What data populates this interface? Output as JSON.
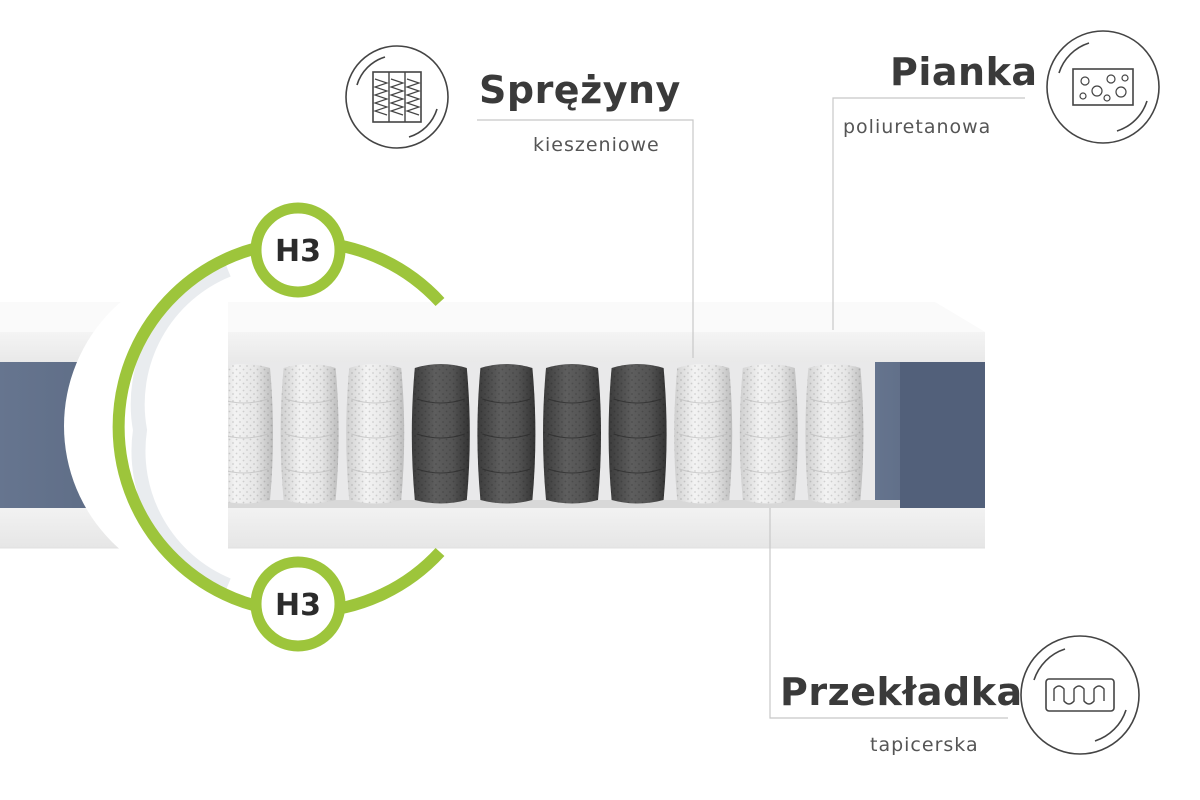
{
  "colors": {
    "accent_green": "#9dc53b",
    "mattress_side": "#6b7a93",
    "foam_white": "#f4f4f4",
    "leader_line": "#c8c8c8",
    "text_dark": "#3a3a3a",
    "text_sub": "#555555"
  },
  "firmness": {
    "top": "H3",
    "bottom": "H3"
  },
  "layers": {
    "springs": {
      "title": "Sprężyny",
      "subtitle": "kieszeniowe",
      "icon": "pocket-springs-icon"
    },
    "foam": {
      "title": "Pianka",
      "subtitle": "poliuretanowa",
      "icon": "foam-bubbles-icon"
    },
    "insert": {
      "title": "Przekładka",
      "subtitle": "tapicerska",
      "icon": "upholstery-insert-icon"
    }
  },
  "springs_row": {
    "shades": [
      "light",
      "light",
      "light",
      "dark",
      "dark",
      "dark",
      "dark",
      "light",
      "light",
      "light"
    ]
  }
}
